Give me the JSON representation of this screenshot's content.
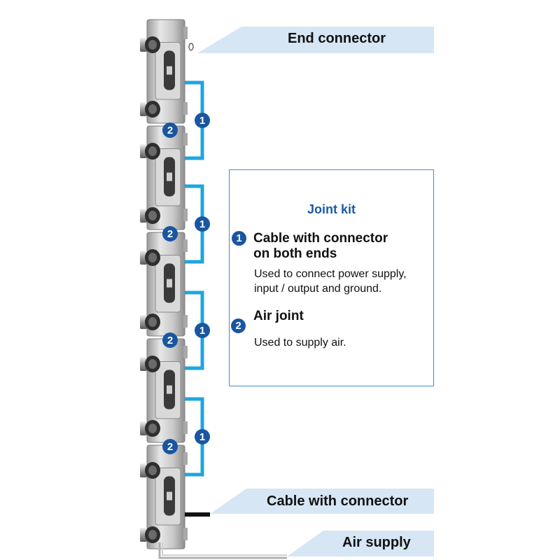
{
  "callouts": {
    "end_connector": "End connector",
    "cable_with_connector": "Cable with connector",
    "air_supply": "Air supply"
  },
  "joint_kit": {
    "title": "Joint kit",
    "item1": {
      "number": "1",
      "title_line1": "Cable with connector",
      "title_line2": "on both ends",
      "desc_line1": "Used to connect power supply,",
      "desc_line2": "input / output and ground."
    },
    "item2": {
      "number": "2",
      "title": "Air joint",
      "desc": "Used to supply air."
    }
  },
  "diagram": {
    "module_count": 5,
    "cable_badge": "1",
    "joint_badge": "2",
    "colors": {
      "cable": "#1ea6e0",
      "badge": "#1a56a0",
      "callout_banner": "#d6e6f5",
      "module_body": "#c9c9c9",
      "panel_border": "#3a8fd0",
      "panel_title": "#1a5aa8"
    }
  }
}
